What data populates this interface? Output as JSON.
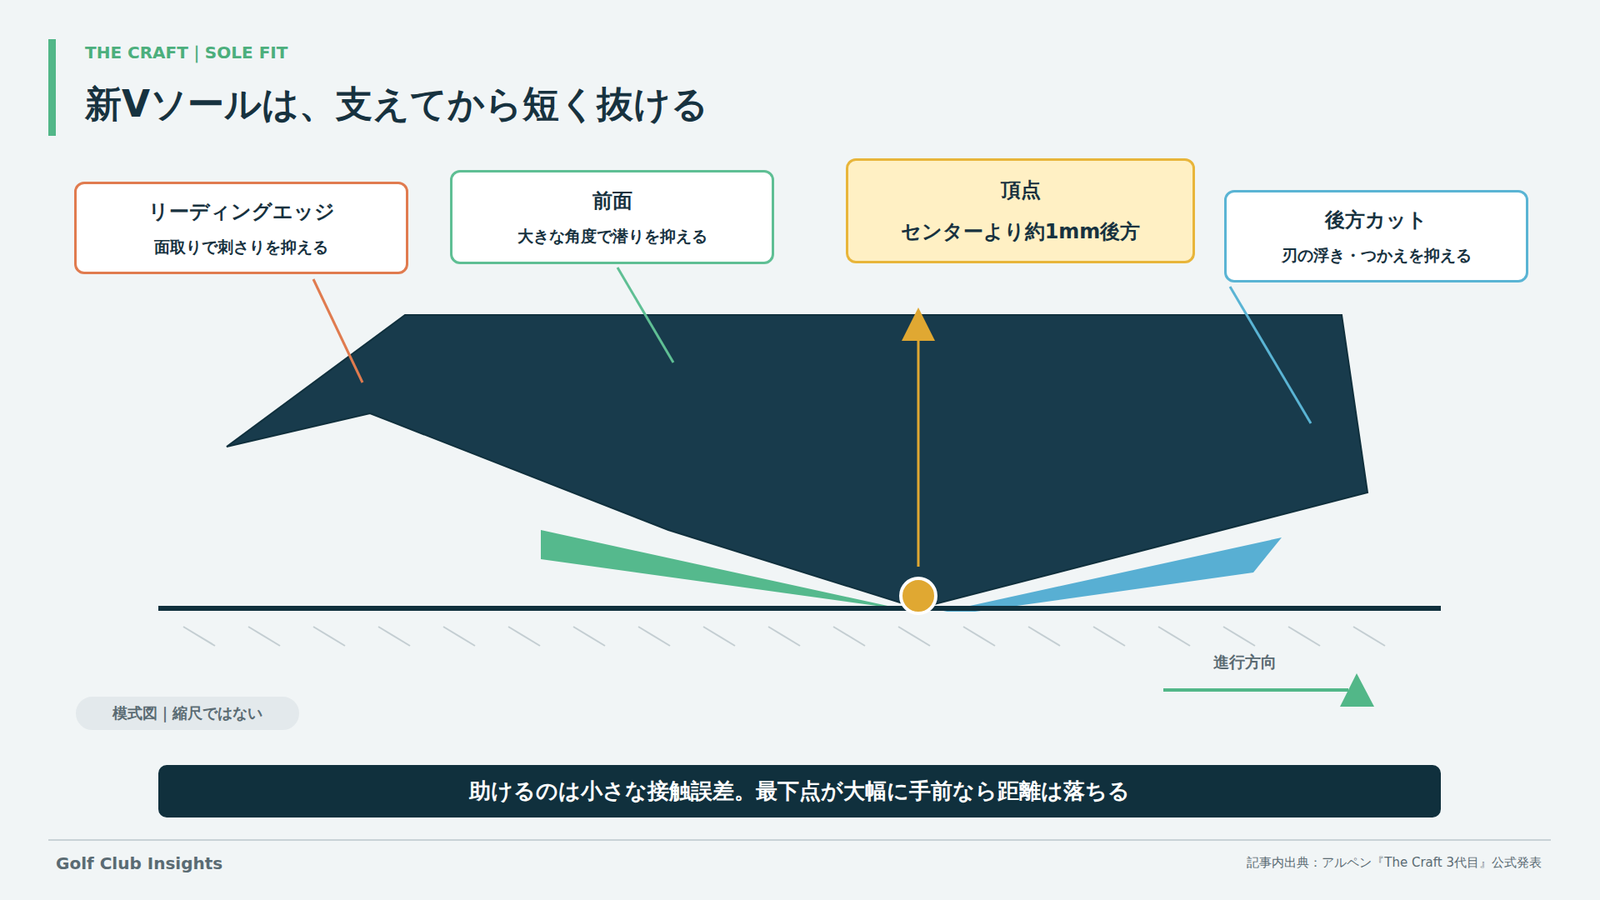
{
  "diagram": {
    "title": "新Vソールは、支えてから短く抜ける",
    "nodes": [
      {
        "text": [
          "リーディングエッジ",
          "面取りで刺さりを抑える"
        ]
      },
      {
        "text": [
          "前面",
          "大きな角度で潜りを抑える"
        ]
      },
      {
        "text": [
          "頂点",
          "センターより約1mm後方"
        ]
      },
      {
        "text": [
          "後方カット",
          "刃の浮き・つかえを抑える"
        ]
      },
      {
        "text": [
          "模式図｜縮尺ではない"
        ]
      },
      {
        "text": [
          "助けるのは小さな接触誤差。最下点が大幅に手前なら距離は落ちる"
        ]
      }
    ],
    "labels": [
      "THE CRAFT｜SOLE FIT",
      "進行方向",
      "Golf Club Insights",
      "記事内出典：アルペン『The Craft 3代目』公式発表"
    ]
  }
}
